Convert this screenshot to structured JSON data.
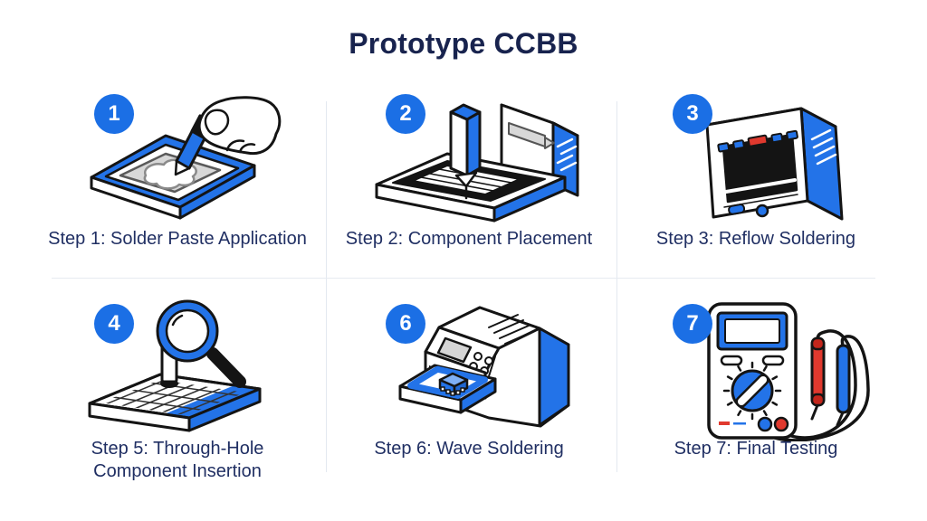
{
  "title": "Prototype CCBB",
  "colors": {
    "background": "#ffffff",
    "title_navy": "#18234e",
    "caption_navy": "#202f63",
    "badge_blue": "#1b6fe5",
    "illustration_blue": "#2373e8",
    "illustration_light_blue": "#7fb0f6",
    "illustration_gray": "#d8d8d8",
    "illustration_red": "#e0392e",
    "outline_black": "#141414",
    "divider_gray": "#e3e9f0"
  },
  "steps": [
    {
      "badge": "1",
      "label": "Step 1: Solder Paste Application",
      "icon": "solder-paste-squeegee-icon"
    },
    {
      "badge": "2",
      "label": "Step 2: Component Placement",
      "icon": "pick-and-place-machine-icon"
    },
    {
      "badge": "3",
      "label": "Step 3: Reflow Soldering",
      "icon": "reflow-oven-icon"
    },
    {
      "badge": "4",
      "label": "Step 5: Through-Hole\nComponent Insertion",
      "icon": "magnifier-pcb-icon"
    },
    {
      "badge": "6",
      "label": "Step 6: Wave Soldering",
      "icon": "wave-soldering-machine-icon"
    },
    {
      "badge": "7",
      "label": "Step 7: Final Testing",
      "icon": "multimeter-icon"
    }
  ]
}
